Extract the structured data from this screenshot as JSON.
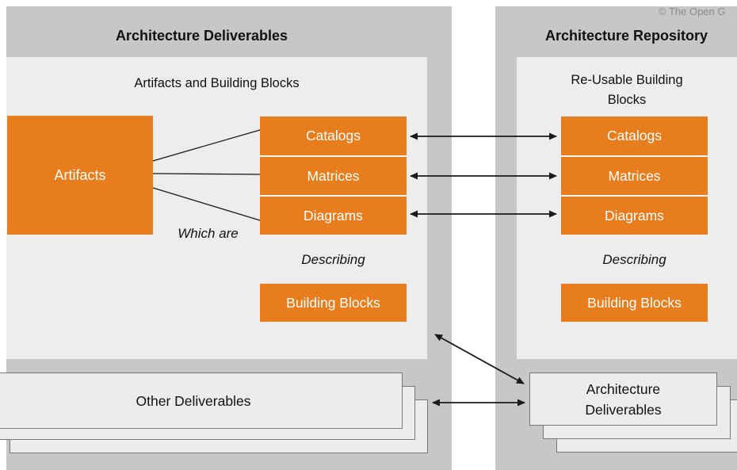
{
  "copyright": "© The Open G",
  "colors": {
    "panel_bg": "#c7c7c7",
    "inner_bg": "#ededed",
    "accent_orange": "#e87d1e",
    "deck_bg": "#ececec",
    "deck_border": "#7a7a7a",
    "arrow": "#1a1a1a",
    "copyright_text": "#8c8c8c"
  },
  "left_panel": {
    "title": "Architecture Deliverables",
    "inner_title": "Artifacts and Building Blocks",
    "artifacts_label": "Artifacts",
    "artifact_types": [
      "Catalogs",
      "Matrices",
      "Diagrams"
    ],
    "which_are_label": "Which are",
    "describing_label": "Describing",
    "building_blocks_label": "Building Blocks",
    "deck_label": "Other Deliverables"
  },
  "right_panel": {
    "title": "Architecture Repository",
    "inner_title": "Re-Usable Building\nBlocks",
    "artifact_types": [
      "Catalogs",
      "Matrices",
      "Diagrams"
    ],
    "describing_label": "Describing",
    "building_blocks_label": "Building Blocks",
    "deck_label": "Architecture\nDeliverables"
  }
}
